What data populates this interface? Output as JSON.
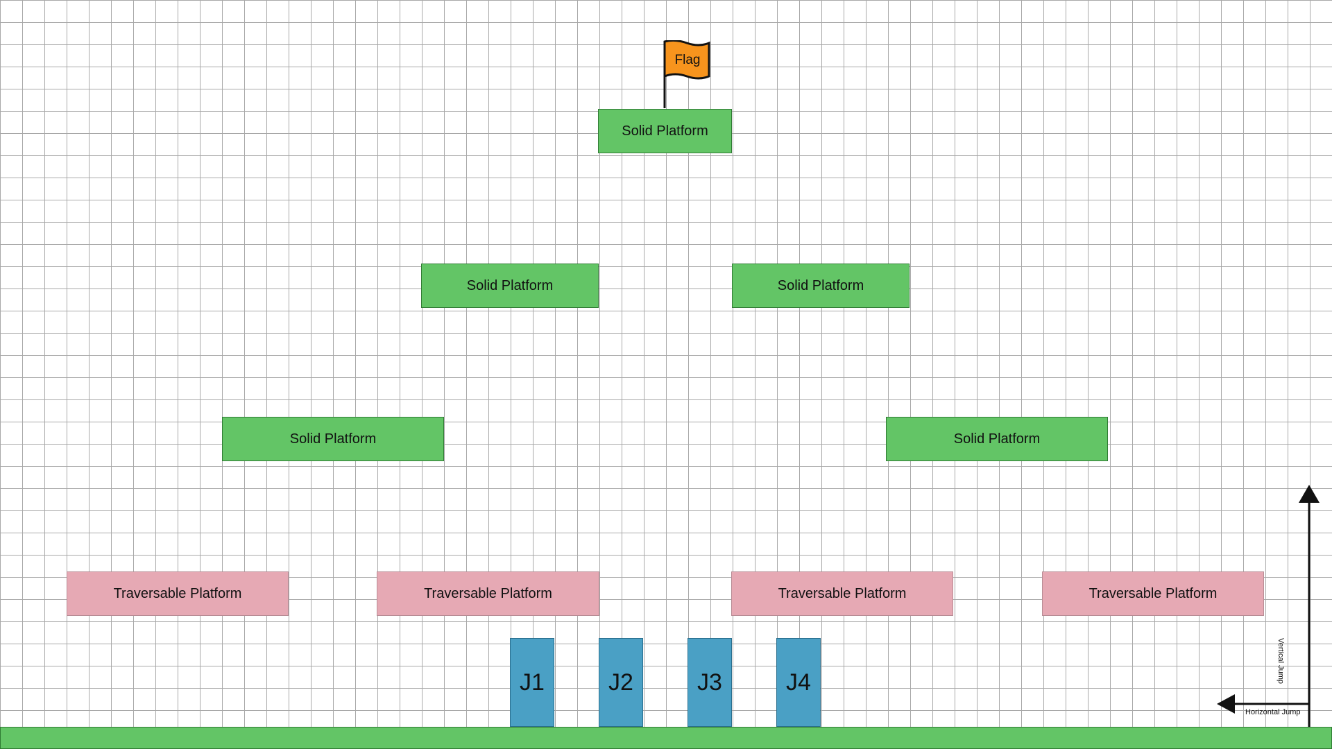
{
  "level": {
    "flag_label": "Flag",
    "solid_platforms": [
      {
        "label": "Solid Platform"
      },
      {
        "label": "Solid Platform"
      },
      {
        "label": "Solid Platform"
      },
      {
        "label": "Solid Platform"
      },
      {
        "label": "Solid Platform"
      }
    ],
    "traversable_platforms": [
      {
        "label": "Traversable Platform"
      },
      {
        "label": "Traversable Platform"
      },
      {
        "label": "Traversable Platform"
      },
      {
        "label": "Traversable Platform"
      }
    ],
    "players": [
      {
        "label": "J1"
      },
      {
        "label": "J2"
      },
      {
        "label": "J3"
      },
      {
        "label": "J4"
      }
    ],
    "legend": {
      "vertical_jump": "Vertical Jump",
      "horizontal_jump": "Horizontal Jump"
    }
  },
  "colors": {
    "solid": "#63c566",
    "traversable": "#e6a9b4",
    "player": "#4aa0c5",
    "flag": "#f7941d",
    "grid": "#a8a8a8"
  }
}
